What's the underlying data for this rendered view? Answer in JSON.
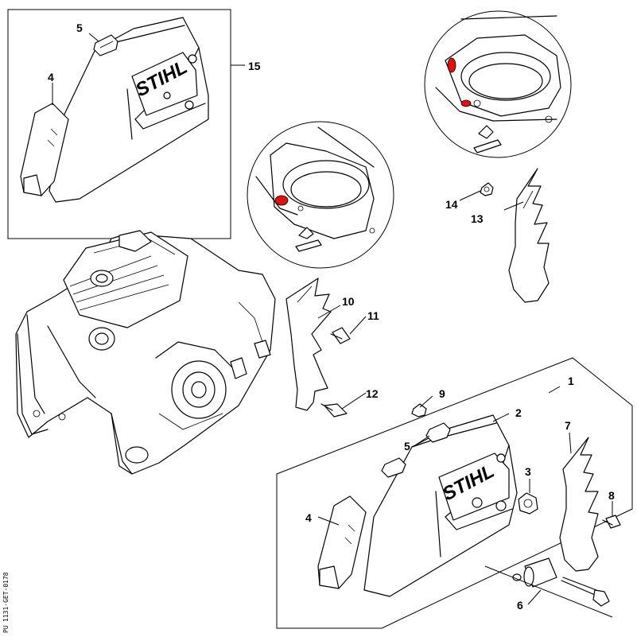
{
  "callouts": {
    "c1": "1",
    "c2": "2",
    "c3": "3",
    "c4a": "4",
    "c4b": "4",
    "c5a": "5",
    "c5b": "5",
    "c6": "6",
    "c7": "7",
    "c8": "8",
    "c9": "9",
    "c10": "10",
    "c11": "11",
    "c12": "12",
    "c13": "13",
    "c14": "14",
    "c15": "15"
  },
  "logo_a": "STIHL",
  "logo_b": "STIHL",
  "side_code": "1131-GET-0178",
  "side_code2": "PU",
  "colors": {
    "marking": "#e01010",
    "line": "#000000",
    "background": "#ffffff"
  }
}
